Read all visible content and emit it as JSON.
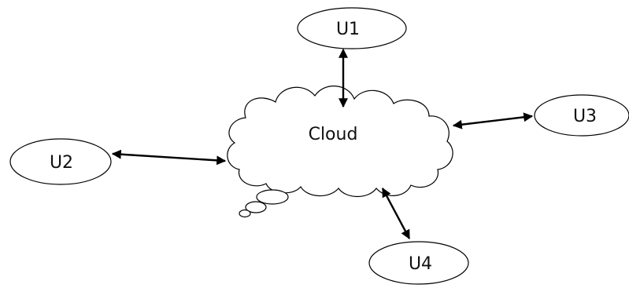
{
  "diagram": {
    "center": {
      "label": "Cloud",
      "shape": "thought-cloud"
    },
    "nodes": [
      {
        "id": "U1",
        "label": "U1",
        "shape": "ellipse"
      },
      {
        "id": "U2",
        "label": "U2",
        "shape": "ellipse"
      },
      {
        "id": "U3",
        "label": "U3",
        "shape": "ellipse"
      },
      {
        "id": "U4",
        "label": "U4",
        "shape": "ellipse"
      }
    ],
    "edges": [
      {
        "from": "Cloud",
        "to": "U1",
        "direction": "bidirectional"
      },
      {
        "from": "Cloud",
        "to": "U2",
        "direction": "bidirectional"
      },
      {
        "from": "Cloud",
        "to": "U3",
        "direction": "bidirectional"
      },
      {
        "from": "Cloud",
        "to": "U4",
        "direction": "bidirectional"
      }
    ],
    "colors": {
      "stroke": "#000000",
      "fill": "#ffffff",
      "text": "#111111"
    }
  }
}
